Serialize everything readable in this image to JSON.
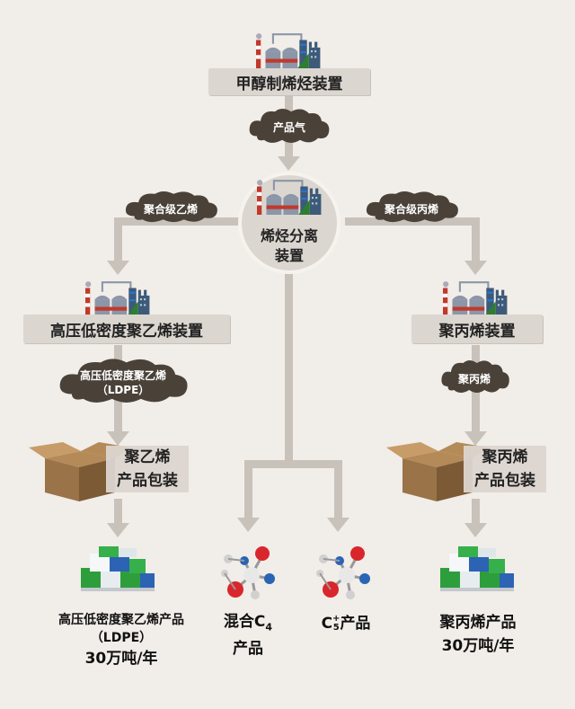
{
  "nodes": {
    "mto": "甲醇制烯烃装置",
    "separation_line1": "烯烃分离",
    "separation_line2": "装置",
    "ldpe_unit": "高压低密度聚乙烯装置",
    "pp_unit": "聚丙烯装置"
  },
  "streams": {
    "product_gas": "产品气",
    "polymer_ethylene": "聚合级乙烯",
    "polymer_propylene": "聚合级丙烯",
    "ldpe_line1": "高压低密度聚乙烯",
    "ldpe_line2": "（LDPE）",
    "pp": "聚丙烯"
  },
  "packaging": {
    "pe_line1": "聚乙烯",
    "pe_line2": "产品包装",
    "pp_line1": "聚丙烯",
    "pp_line2": "产品包装"
  },
  "products": {
    "ldpe_line1": "高压低密度聚乙烯产品",
    "ldpe_line2": "（LDPE）",
    "ldpe_capacity": "30万吨/年",
    "c4_main": "混合C",
    "c4_sub": "4",
    "c4_line2": "产品",
    "c5_main": "C",
    "c5_sub": "5",
    "c5_sup": "+",
    "c5_rest": "产品",
    "pp_line1": "聚丙烯产品",
    "pp_capacity": "30万吨/年"
  },
  "colors": {
    "background": "#f1ede8",
    "box": "#dcd6d0",
    "cloud": "#4a4138",
    "arrow": "#c8c2bb",
    "box_cardboard": "#9a7348"
  }
}
